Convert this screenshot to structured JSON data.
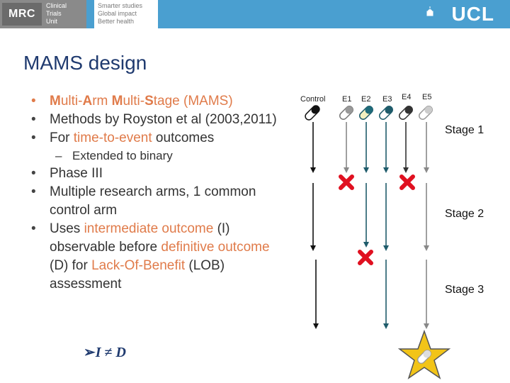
{
  "header": {
    "mrc": {
      "box": "MRC",
      "lines": [
        "Clinical",
        "Trials",
        "Unit"
      ]
    },
    "tagline": [
      "Smarter studies",
      "Global impact",
      "Better health"
    ],
    "ucl": "UCL"
  },
  "slide": {
    "title": "MAMS design",
    "bullets": {
      "b1": {
        "m1": "M",
        "t1": "ulti-",
        "a": "A",
        "t2": "rm ",
        "m2": "M",
        "t3": "ulti-",
        "s": "S",
        "t4": "tage (MAMS)"
      },
      "b2": "Methods by Royston et al (2003,2011)",
      "b3": {
        "pre": "For ",
        "hl": "time-to-event",
        "post": " outcomes"
      },
      "b3sub": "Extended to binary",
      "b4": "Phase III",
      "b5": "Multiple research arms, 1 common control arm",
      "b6": {
        "t1": "Uses ",
        "h1": "intermediate outcome",
        "t2": " (I) observable before ",
        "h2": "definitive outcome",
        "t3": " (D) for ",
        "h3": "Lack-Of-Benefit",
        "t4": " (LOB) assessment"
      }
    },
    "inequality": {
      "lhs": "I",
      "op": "≠",
      "rhs": "D",
      "arrow": "➢"
    }
  },
  "diagram": {
    "arms": [
      "Control",
      "E1",
      "E2",
      "E3",
      "E4",
      "E5"
    ],
    "stages": [
      "Stage 1",
      "Stage 2",
      "Stage 3"
    ]
  }
}
